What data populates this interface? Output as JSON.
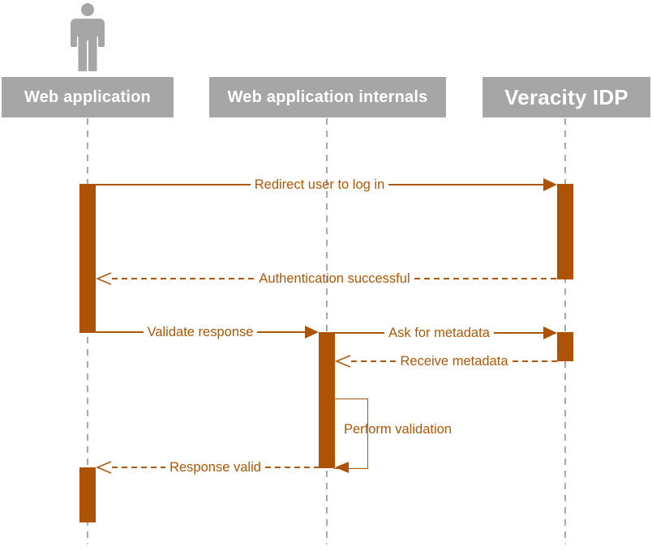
{
  "diagram": {
    "type": "uml-sequence-diagram",
    "topic": "Web application authentication flow with Veracity IDP"
  },
  "actors": [
    {
      "id": "web-application",
      "label": "Web application",
      "icon": "person-icon"
    },
    {
      "id": "web-application-internals",
      "label": "Web application internals"
    },
    {
      "id": "veracity-idp",
      "label": "Veracity IDP"
    }
  ],
  "messages": [
    {
      "label": "Redirect user to log in",
      "from": "Web application",
      "to": "Veracity IDP",
      "style": "solid-call"
    },
    {
      "label": "Authentication successful",
      "from": "Veracity IDP",
      "to": "Web application",
      "style": "dashed-return"
    },
    {
      "label": "Validate response",
      "from": "Web application",
      "to": "Web application internals",
      "style": "solid-call"
    },
    {
      "label": "Ask for metadata",
      "from": "Web application internals",
      "to": "Veracity IDP",
      "style": "solid-call"
    },
    {
      "label": "Receive metadata",
      "from": "Veracity IDP",
      "to": "Web application internals",
      "style": "dashed-return"
    },
    {
      "label": "Perform validation",
      "from": "Web application internals",
      "to": "Web application internals",
      "style": "self-message"
    },
    {
      "label": "Response valid",
      "from": "Web application internals",
      "to": "Web application",
      "style": "dashed-return"
    }
  ],
  "colors": {
    "header_box_gray": "#a6a6a6",
    "header_text_white": "#ffffff",
    "lifeline_gray": "#a9a9a9",
    "activation_brown": "#ac5306",
    "message_brown": "#ab5809",
    "background": "#ffffff"
  }
}
